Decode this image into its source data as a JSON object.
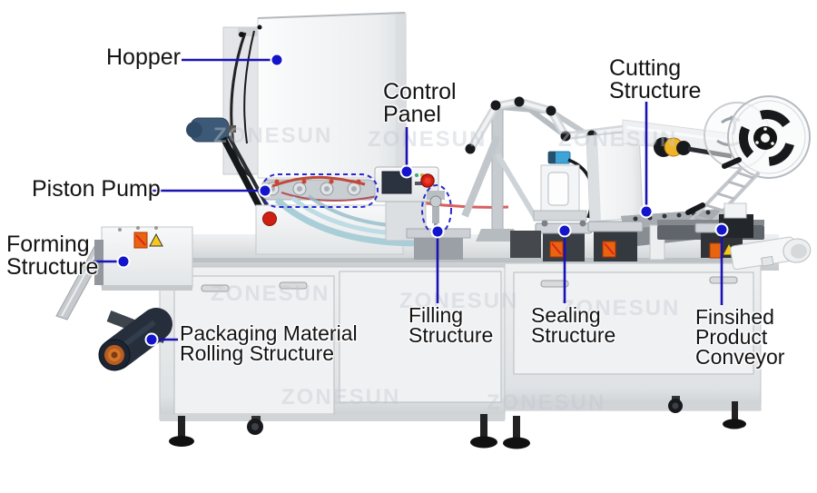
{
  "figure": {
    "subject": "Blister packing machine annotated structure photo",
    "machine_parts_count": 9
  },
  "colors": {
    "annotation_line": "#1a12b4",
    "annotation_dot": "#1414cc",
    "annotation_dash": "#2a2acc",
    "label_color": "#131313",
    "watermark_color": "#c3c9d2",
    "machine_body": "#f2f3f5",
    "estop_red": "#d32114",
    "warning_orange": "#e8650f",
    "warning_yellow": "#f6c81c",
    "tube_blue": "#aed3dc",
    "spool_roller_yellow": "#f0b429",
    "roll_core_orange": "#c96a28",
    "motor_blue": "#3c5a77",
    "sensor_blue": "#3fa3d6"
  },
  "watermark": {
    "text": "ZONESUN"
  },
  "annotations": {
    "labels": {
      "hopper": {
        "text": "Hopper"
      },
      "control_panel": {
        "text": "Control\nPanel"
      },
      "piston_pump": {
        "text": "Piston Pump"
      },
      "forming_structure": {
        "text": "Forming\nStructure"
      },
      "packaging_material_rolling_structure": {
        "text": "Packaging Material\nRolling Structure"
      },
      "filling_structure": {
        "text": "Filling\nStructure"
      },
      "sealing_structure": {
        "text": "Sealing\nStructure"
      },
      "cutting_structure": {
        "text": "Cutting\nStructure"
      },
      "finished_product_conveyor": {
        "text": "Finsihed\nProduct\nConveyor"
      }
    }
  }
}
